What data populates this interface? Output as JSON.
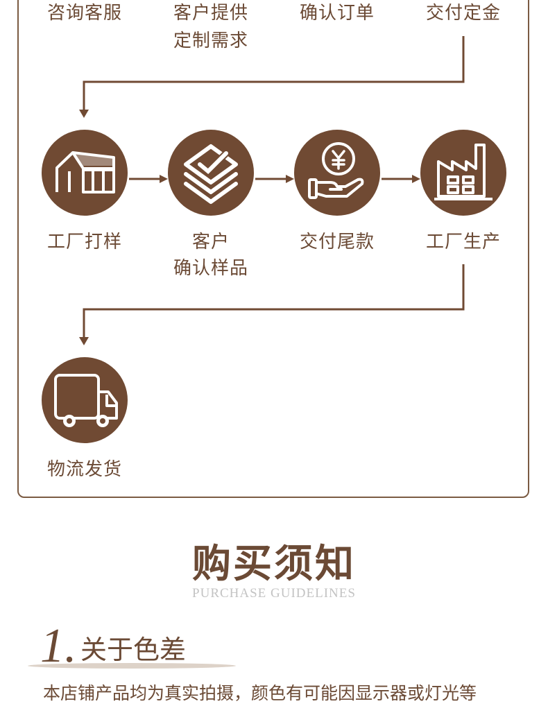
{
  "colors": {
    "brown": "#704a33",
    "text": "#6b4a35",
    "line": "#7a5a42",
    "subtitle": "#c3c3c3"
  },
  "process": {
    "row1": [
      {
        "label": "咨询客服"
      },
      {
        "label": "客户提供",
        "label2": "定制需求"
      },
      {
        "label": "确认订单"
      },
      {
        "label": "交付定金"
      }
    ],
    "row2": [
      {
        "label": "工厂打样",
        "icon": "factory-sample-icon"
      },
      {
        "label": "客户",
        "label2": "确认样品",
        "icon": "layers-check-icon"
      },
      {
        "label": "交付尾款",
        "icon": "yuan-hand-icon"
      },
      {
        "label": "工厂生产",
        "icon": "factory-icon"
      }
    ],
    "row3": [
      {
        "label": "物流发货",
        "icon": "truck-icon"
      }
    ]
  },
  "guidelines": {
    "title": "购买须知",
    "subtitle": "PURCHASE GUIDELINES",
    "section1": {
      "number": "1.",
      "title": "关于色差",
      "text": "本店铺产品均为真实拍摄，颜色有可能因显示器或灯光等"
    }
  }
}
